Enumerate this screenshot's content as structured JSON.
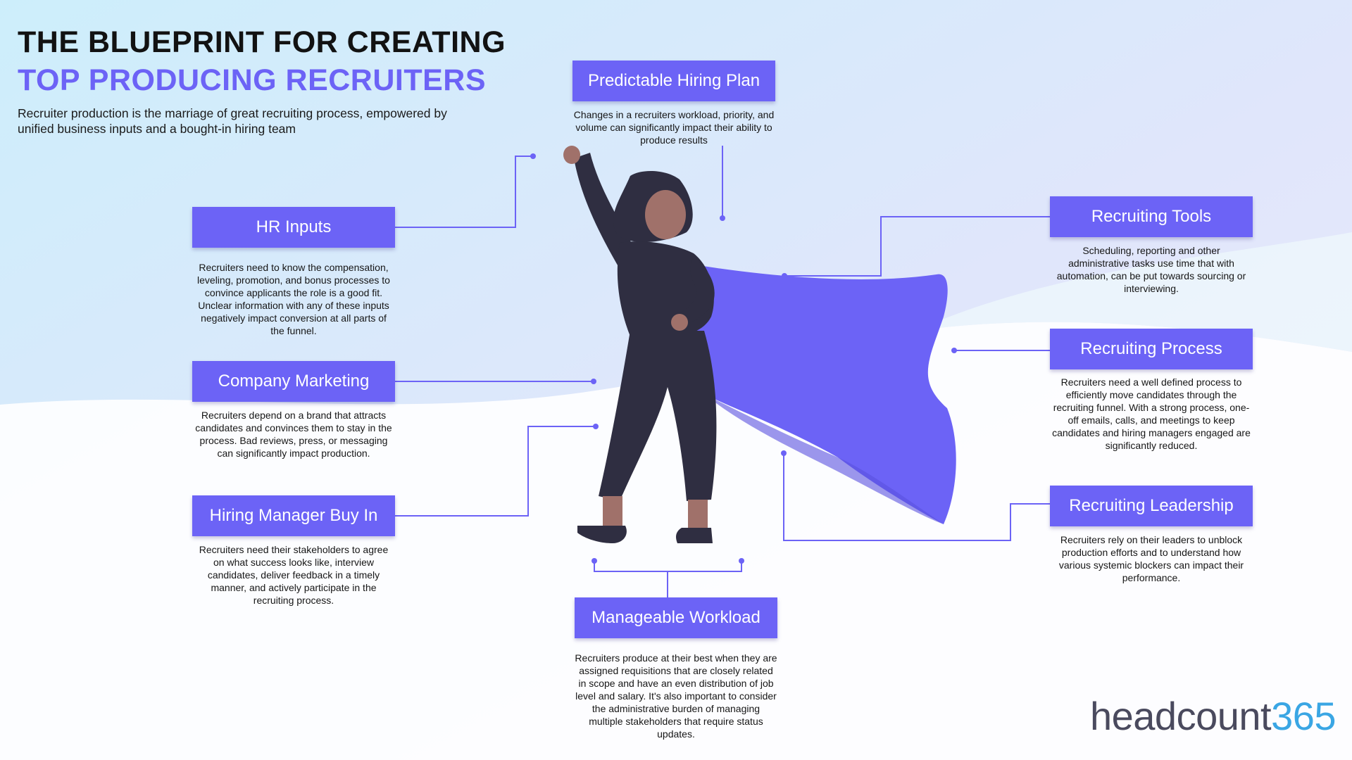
{
  "header": {
    "title_line1": "THE BLUEPRINT FOR CREATING",
    "title_line2": "TOP PRODUCING RECRUITERS",
    "subtitle": "Recruiter production is the marriage of great recruiting process, empowered by unified business inputs and a bought-in hiring team"
  },
  "nodes": {
    "hiring_plan": {
      "label": "Predictable Hiring Plan",
      "text": "Changes in a recruiters workload, priority, and volume can significantly impact their ability to produce results"
    },
    "hr_inputs": {
      "label": "HR Inputs",
      "text": "Recruiters need to know the compensation, leveling, promotion, and bonus processes to convince applicants the role is a good fit. Unclear information with any of these inputs negatively impact conversion at all parts of the funnel."
    },
    "company_marketing": {
      "label": "Company Marketing",
      "text": "Recruiters depend on a brand that attracts candidates and convinces them to stay in the process. Bad reviews, press, or messaging can significantly impact production."
    },
    "hiring_manager": {
      "label": "Hiring Manager Buy In",
      "text": "Recruiters need their stakeholders to agree on what success looks like, interview candidates, deliver feedback in a timely manner, and actively participate in the recruiting process."
    },
    "workload": {
      "label": "Manageable Workload",
      "text": "Recruiters produce at their best when they are assigned requisitions that are closely related in scope and have an even distribution of job level and salary.  It's also important to consider the administrative burden of managing multiple stakeholders that require status updates."
    },
    "tools": {
      "label": "Recruiting Tools",
      "text": "Scheduling, reporting and other administrative tasks use time that with automation, can be put towards sourcing or interviewing."
    },
    "process": {
      "label": "Recruiting Process",
      "text": "Recruiters need a well defined process to efficiently move candidates through the recruiting funnel.  With a strong process, one-off emails, calls, and meetings to keep candidates and hiring managers engaged are significantly reduced."
    },
    "leadership": {
      "label": "Recruiting Leadership",
      "text": "Recruiters rely on their leaders to unblock production efforts and to understand how various systemic blockers can impact their performance."
    }
  },
  "logo": {
    "word": "headcount",
    "number": "365"
  },
  "colors": {
    "accent": "#6c63f6",
    "cape": "#6c63f6",
    "figure_dark": "#2f2e41",
    "skin": "#a0716a",
    "logo_text": "#4a4a5e",
    "logo_number": "#3aa6e4"
  },
  "icons": {
    "illustration": "superhero-woman-with-cape"
  }
}
